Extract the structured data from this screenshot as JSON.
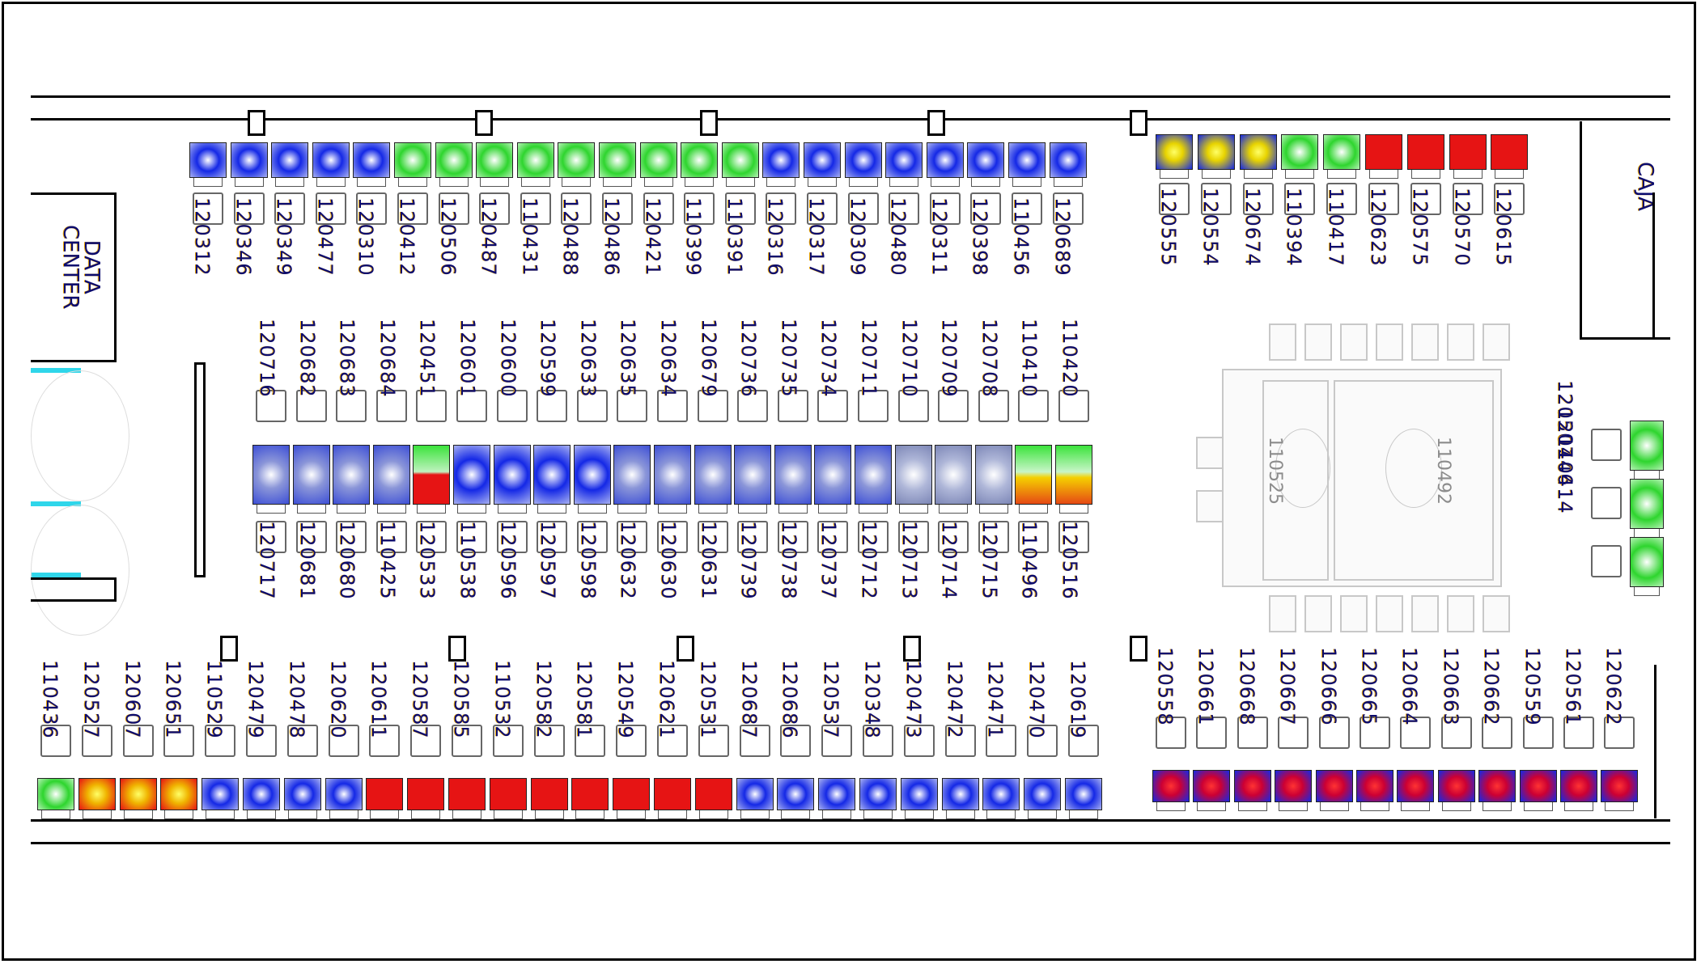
{
  "rooms": {
    "data_center": "DATA\nCENTER",
    "caja": "CAJA"
  },
  "legend_colors": {
    "blue": "#1428e6",
    "green": "#2ed52e",
    "red": "#e61414",
    "yellow_red": "#f0b400",
    "yellow_blue": "#e8d400",
    "slate": "#8a95d8"
  },
  "top_row_left": [
    {
      "id": "120312",
      "c": "blue"
    },
    {
      "id": "120346",
      "c": "blue"
    },
    {
      "id": "120349",
      "c": "blue"
    },
    {
      "id": "120477",
      "c": "blue"
    },
    {
      "id": "120310",
      "c": "blue"
    },
    {
      "id": "120412",
      "c": "green"
    },
    {
      "id": "120506",
      "c": "green"
    },
    {
      "id": "120487",
      "c": "green"
    },
    {
      "id": "110431",
      "c": "green"
    },
    {
      "id": "120488",
      "c": "green"
    },
    {
      "id": "120486",
      "c": "green"
    },
    {
      "id": "120421",
      "c": "green"
    },
    {
      "id": "110399",
      "c": "green"
    },
    {
      "id": "110391",
      "c": "green"
    },
    {
      "id": "120316",
      "c": "blue"
    },
    {
      "id": "120317",
      "c": "blue"
    },
    {
      "id": "120309",
      "c": "blue"
    },
    {
      "id": "120480",
      "c": "blue"
    },
    {
      "id": "120311",
      "c": "blue"
    },
    {
      "id": "120398",
      "c": "blue"
    },
    {
      "id": "110456",
      "c": "blue"
    },
    {
      "id": "120689",
      "c": "blue"
    }
  ],
  "top_row_right": [
    {
      "id": "120555",
      "c": "yellow_blue"
    },
    {
      "id": "120554",
      "c": "yellow_blue"
    },
    {
      "id": "120674",
      "c": "yellow_blue"
    },
    {
      "id": "110394",
      "c": "green"
    },
    {
      "id": "110417",
      "c": "green"
    },
    {
      "id": "120623",
      "c": "red"
    },
    {
      "id": "120575",
      "c": "red"
    },
    {
      "id": "120570",
      "c": "red"
    },
    {
      "id": "120615",
      "c": "red"
    }
  ],
  "middle_upper_labels": [
    "120716",
    "120682",
    "120683",
    "120684",
    "120451",
    "120601",
    "120600",
    "120599",
    "120633",
    "120635",
    "120634",
    "120679",
    "120736",
    "120735",
    "120734",
    "120711",
    "120710",
    "120709",
    "120708",
    "110410",
    "110420"
  ],
  "middle_lower_labels": [
    "120717",
    "120681",
    "120680",
    "110425",
    "120533",
    "110538",
    "120596",
    "120597",
    "120598",
    "120632",
    "120630",
    "120631",
    "120739",
    "120738",
    "120737",
    "120712",
    "120713",
    "120714",
    "120715",
    "110496",
    "120516"
  ],
  "middle_seats": [
    {
      "c": "slate"
    },
    {
      "c": "slate"
    },
    {
      "c": "slate"
    },
    {
      "c": "slate"
    },
    {
      "c": "green_red"
    },
    {
      "c": "blue"
    },
    {
      "c": "blue"
    },
    {
      "c": "blue"
    },
    {
      "c": "blue"
    },
    {
      "c": "slate"
    },
    {
      "c": "slate"
    },
    {
      "c": "slate"
    },
    {
      "c": "slate"
    },
    {
      "c": "slate"
    },
    {
      "c": "slate"
    },
    {
      "c": "slate"
    },
    {
      "c": "gray"
    },
    {
      "c": "gray"
    },
    {
      "c": "gray"
    },
    {
      "c": "green_yellow"
    },
    {
      "c": "green_yellow"
    }
  ],
  "bottom_row_left": [
    {
      "id": "110436",
      "c": "green"
    },
    {
      "id": "120527",
      "c": "yellow_red"
    },
    {
      "id": "120607",
      "c": "yellow_red"
    },
    {
      "id": "120651",
      "c": "yellow_red"
    },
    {
      "id": "110529",
      "c": "blue"
    },
    {
      "id": "120479",
      "c": "blue"
    },
    {
      "id": "120478",
      "c": "blue"
    },
    {
      "id": "120620",
      "c": "blue"
    },
    {
      "id": "120611",
      "c": "red"
    },
    {
      "id": "120587",
      "c": "red"
    },
    {
      "id": "120585",
      "c": "red"
    },
    {
      "id": "110532",
      "c": "red"
    },
    {
      "id": "120582",
      "c": "red"
    },
    {
      "id": "120581",
      "c": "red"
    },
    {
      "id": "120549",
      "c": "red"
    },
    {
      "id": "120621",
      "c": "red"
    },
    {
      "id": "120531",
      "c": "red"
    },
    {
      "id": "120687",
      "c": "blue"
    },
    {
      "id": "120686",
      "c": "blue"
    },
    {
      "id": "120537",
      "c": "blue"
    },
    {
      "id": "120348",
      "c": "blue"
    },
    {
      "id": "120473",
      "c": "blue"
    },
    {
      "id": "120472",
      "c": "blue"
    },
    {
      "id": "120471",
      "c": "blue"
    },
    {
      "id": "120470",
      "c": "blue"
    },
    {
      "id": "120619",
      "c": "blue"
    }
  ],
  "bottom_row_right": [
    {
      "id": "120558",
      "c": "red_blue"
    },
    {
      "id": "120661",
      "c": "red_blue"
    },
    {
      "id": "120668",
      "c": "red_blue"
    },
    {
      "id": "120667",
      "c": "red_blue"
    },
    {
      "id": "120666",
      "c": "red_blue"
    },
    {
      "id": "120665",
      "c": "red_blue"
    },
    {
      "id": "120664",
      "c": "red_blue"
    },
    {
      "id": "120663",
      "c": "red_blue"
    },
    {
      "id": "120662",
      "c": "red_blue"
    },
    {
      "id": "120559",
      "c": "red_blue"
    },
    {
      "id": "120561",
      "c": "red_blue"
    },
    {
      "id": "120622",
      "c": "red_blue"
    }
  ],
  "right_wall_seats": [
    {
      "id": "120507",
      "c": "green"
    },
    {
      "id": "120446",
      "c": "green"
    },
    {
      "id": "110414",
      "c": "green"
    }
  ],
  "conference": {
    "table_left_label": "110525",
    "table_right_label": "110492"
  }
}
